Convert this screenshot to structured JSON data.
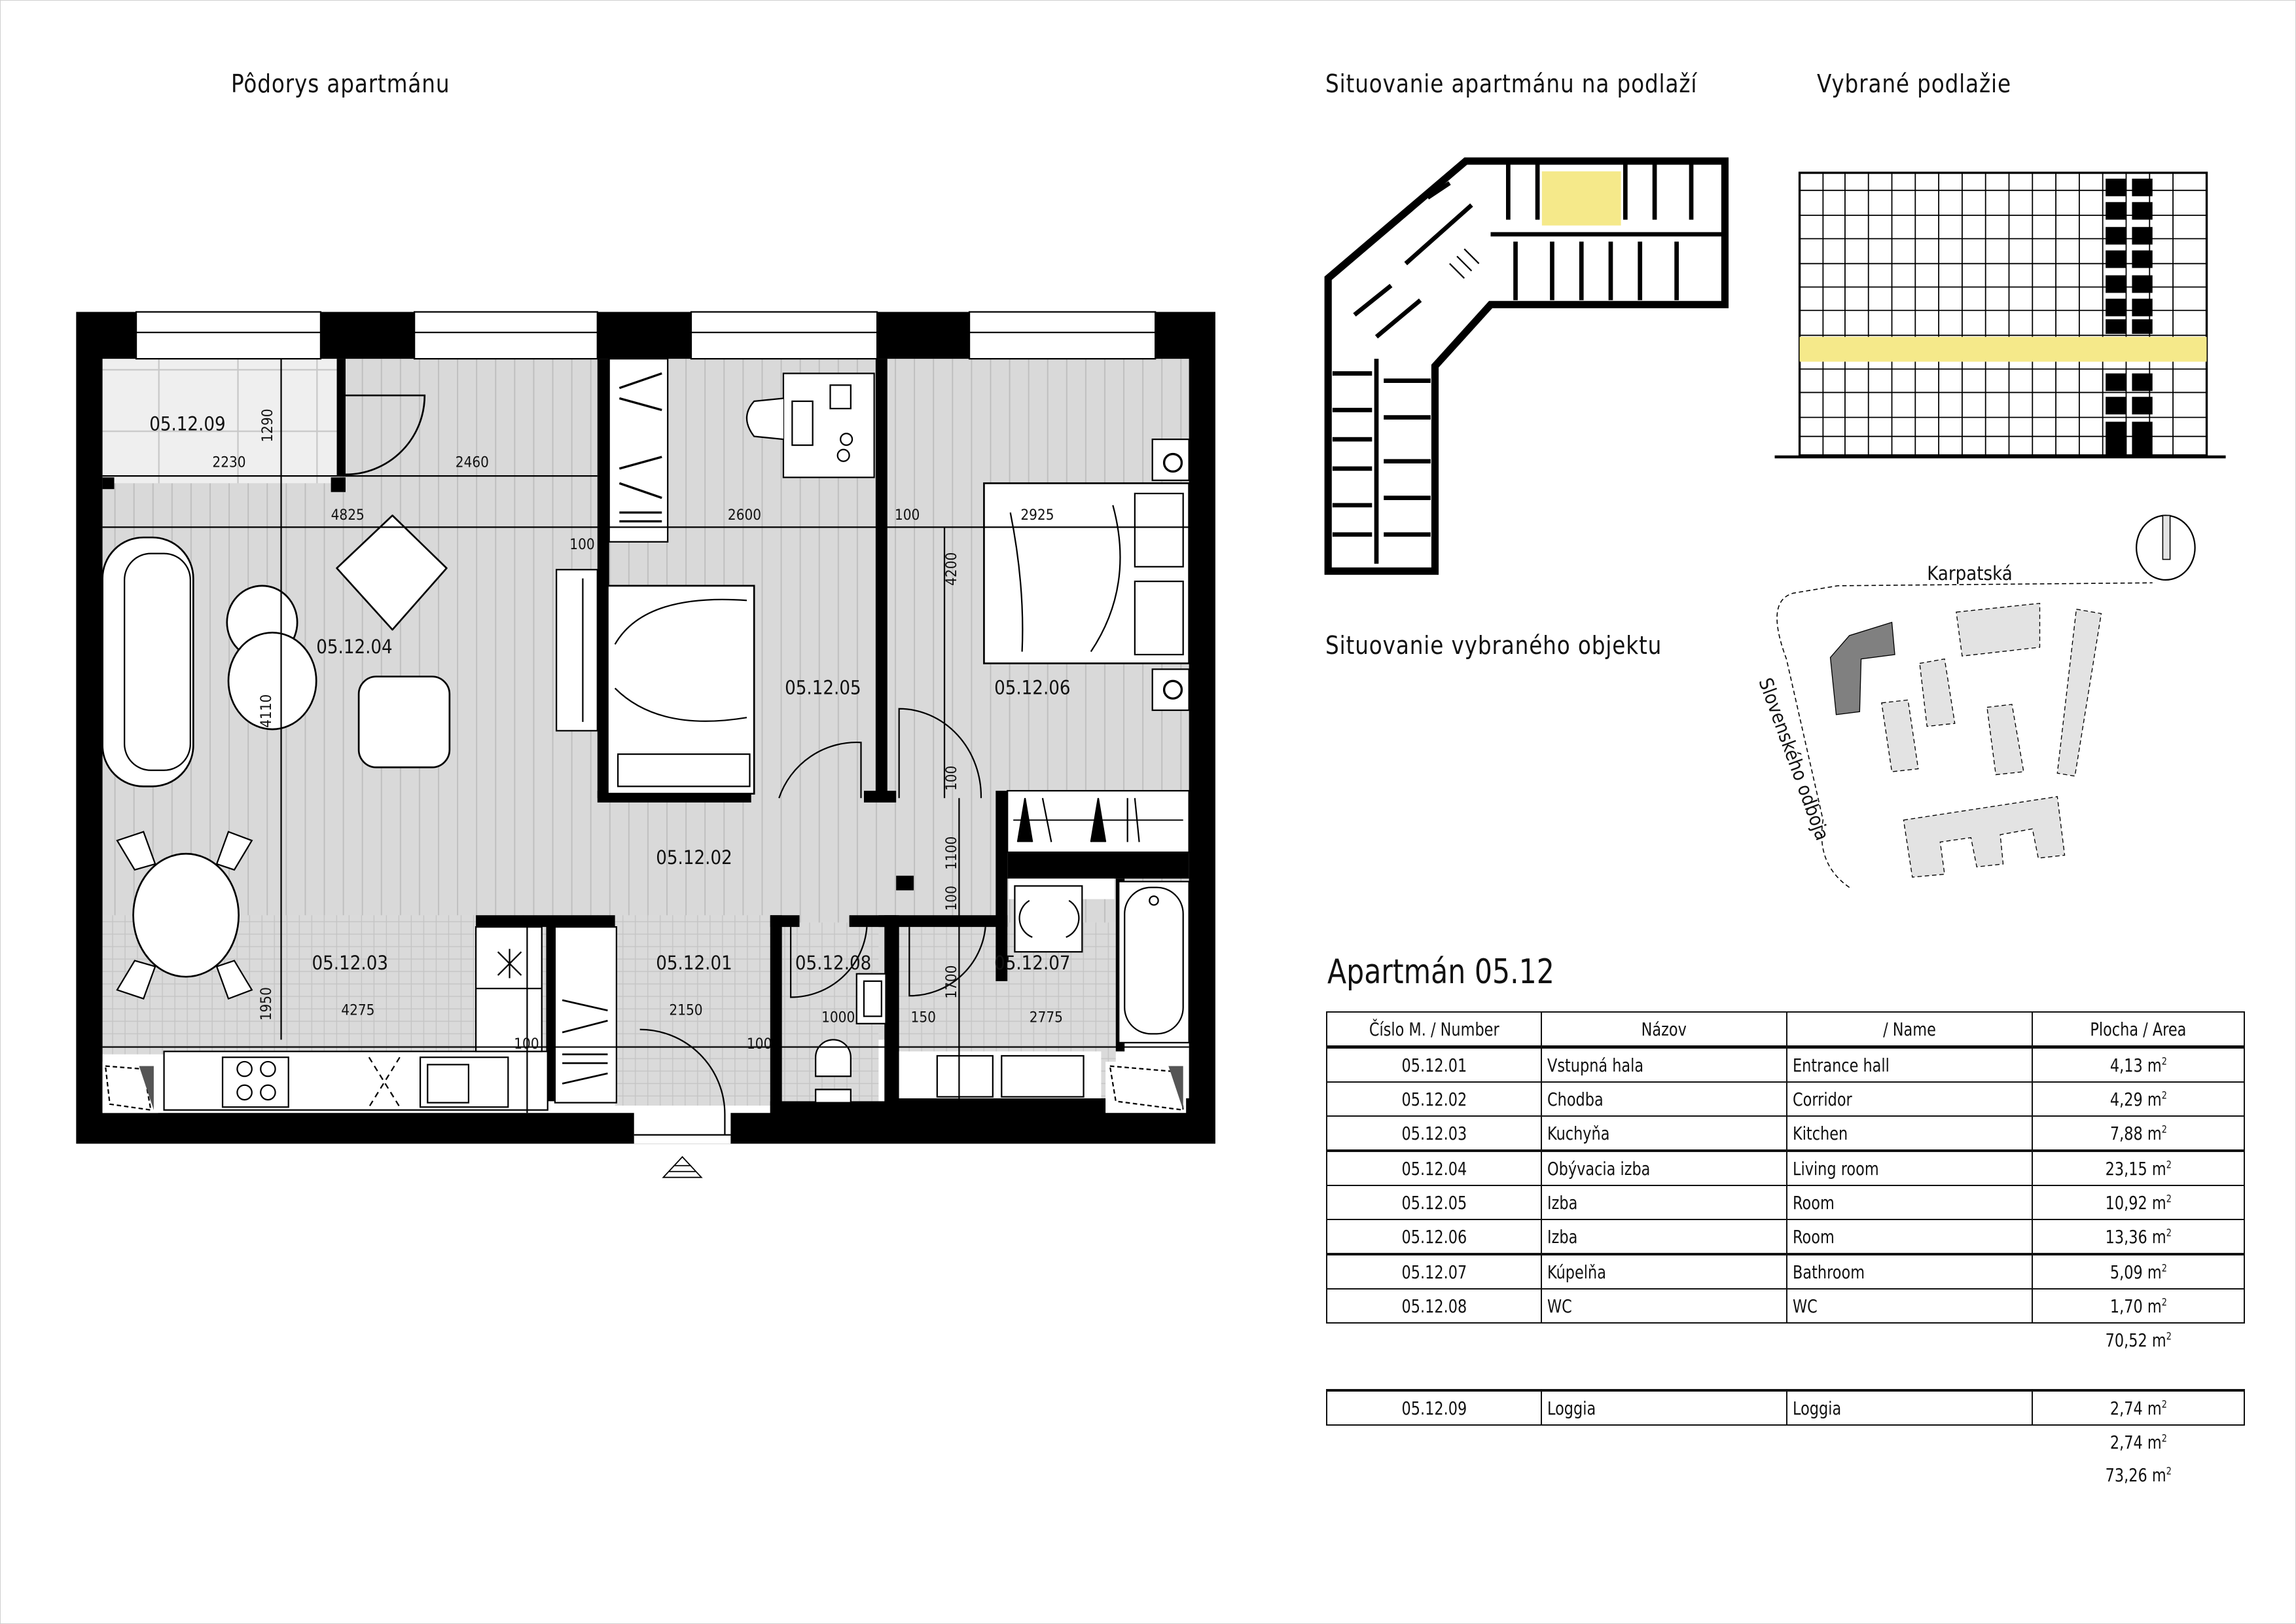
{
  "headings": {
    "floor_plan": "Pôdorys apartmánu",
    "floor_location": "Situovanie apartmánu na podlaží",
    "selected_floor": "Vybrané podlažie",
    "building_location": "Situovanie vybraného objektu"
  },
  "site_plan": {
    "street_north": "Karpatská",
    "street_west": "Slovenského odboja",
    "north_arrow": "north-arrow-icon"
  },
  "floor_plan": {
    "rooms": [
      {
        "id": "05.12.01"
      },
      {
        "id": "05.12.02"
      },
      {
        "id": "05.12.03"
      },
      {
        "id": "05.12.04"
      },
      {
        "id": "05.12.05"
      },
      {
        "id": "05.12.06"
      },
      {
        "id": "05.12.07"
      },
      {
        "id": "05.12.08"
      },
      {
        "id": "05.12.09"
      }
    ],
    "dimensions": {
      "loggia_height": "1290",
      "loggia_width": "2230",
      "living_top": "2460",
      "living_width": "4825",
      "wall_100_a": "100",
      "room5_width": "2600",
      "wall_100_b": "100",
      "room6_width": "2925",
      "room6_depth": "4200",
      "living_depth": "4110",
      "kitchen_depth": "1950",
      "kitchen_width": "4275",
      "wall_100_c": "100",
      "entry_width": "2150",
      "wall_100_d": "100",
      "wc_width": "1000",
      "wall_150": "150",
      "bath_width": "2775",
      "corridor_100_top": "100",
      "corridor_1100": "1100",
      "corridor_100_mid": "100",
      "bath_depth": "1700"
    },
    "colors": {
      "floor": "#d9d9d9",
      "loggia": "#efefef",
      "wall": "#000000",
      "highlight": "#f5e98a",
      "site_highlight": "#808080",
      "site_other": "#e3e3e3"
    }
  },
  "apartment": {
    "title": "Apartmán 05.12",
    "table": {
      "headers": [
        "Číslo M. / Number",
        "Názov",
        "/ Name",
        "Plocha / Area"
      ],
      "rows": [
        {
          "number": "05.12.01",
          "name_sk": "Vstupná hala",
          "name_en": "Entrance hall",
          "area": "4,13 m",
          "unit_sup": "2"
        },
        {
          "number": "05.12.02",
          "name_sk": "Chodba",
          "name_en": "Corridor",
          "area": "4,29 m",
          "unit_sup": "2"
        },
        {
          "number": "05.12.03",
          "name_sk": "Kuchyňa",
          "name_en": "Kitchen",
          "area": "7,88 m",
          "unit_sup": "2"
        },
        {
          "number": "05.12.04",
          "name_sk": "Obývacia izba",
          "name_en": "Living room",
          "area": "23,15 m",
          "unit_sup": "2"
        },
        {
          "number": "05.12.05",
          "name_sk": "Izba",
          "name_en": "Room",
          "area": "10,92 m",
          "unit_sup": "2"
        },
        {
          "number": "05.12.06",
          "name_sk": "Izba",
          "name_en": "Room",
          "area": "13,36 m",
          "unit_sup": "2"
        },
        {
          "number": "05.12.07",
          "name_sk": "Kúpelňa",
          "name_en": "Bathroom",
          "area": "5,09 m",
          "unit_sup": "2"
        },
        {
          "number": "05.12.08",
          "name_sk": "WC",
          "name_en": "WC",
          "area": "1,70 m",
          "unit_sup": "2"
        }
      ],
      "subtotal_interior": "70,52 m",
      "loggia_rows": [
        {
          "number": "05.12.09",
          "name_sk": "Loggia",
          "name_en": "Loggia",
          "area": "2,74 m",
          "unit_sup": "2"
        }
      ],
      "subtotal_loggia": "2,74 m",
      "total": "73,26 m",
      "sup": "2"
    }
  }
}
